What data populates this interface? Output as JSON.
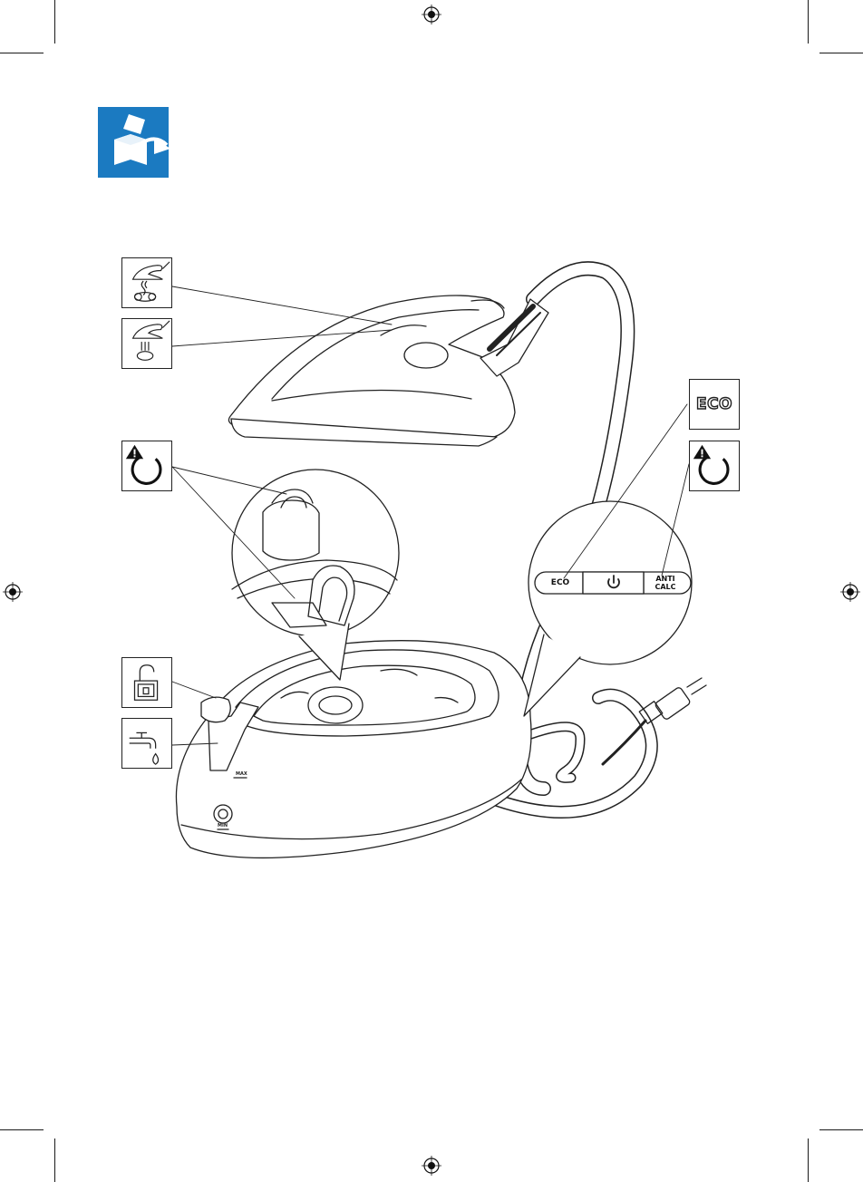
{
  "icons": {
    "unbox": "unbox-icon",
    "steam_boost": "steam-boost-icon",
    "steam": "steam-trigger-icon",
    "warning_reset": "warning-reset-icon",
    "unlock": "unlock-icon",
    "fill_water": "tap-water-icon",
    "eco_icon_text": "ECO",
    "warning_reset_right": "warning-reset-icon"
  },
  "control_panel": {
    "eco_label": "ECO",
    "power_icon": "power-icon",
    "anticalc_label": "ANTI\nCALC"
  },
  "tank_marks": {
    "max": "MAX",
    "min": "MIN"
  },
  "colors": {
    "accent_blue": "#1b7ac1",
    "line": "#222222"
  }
}
